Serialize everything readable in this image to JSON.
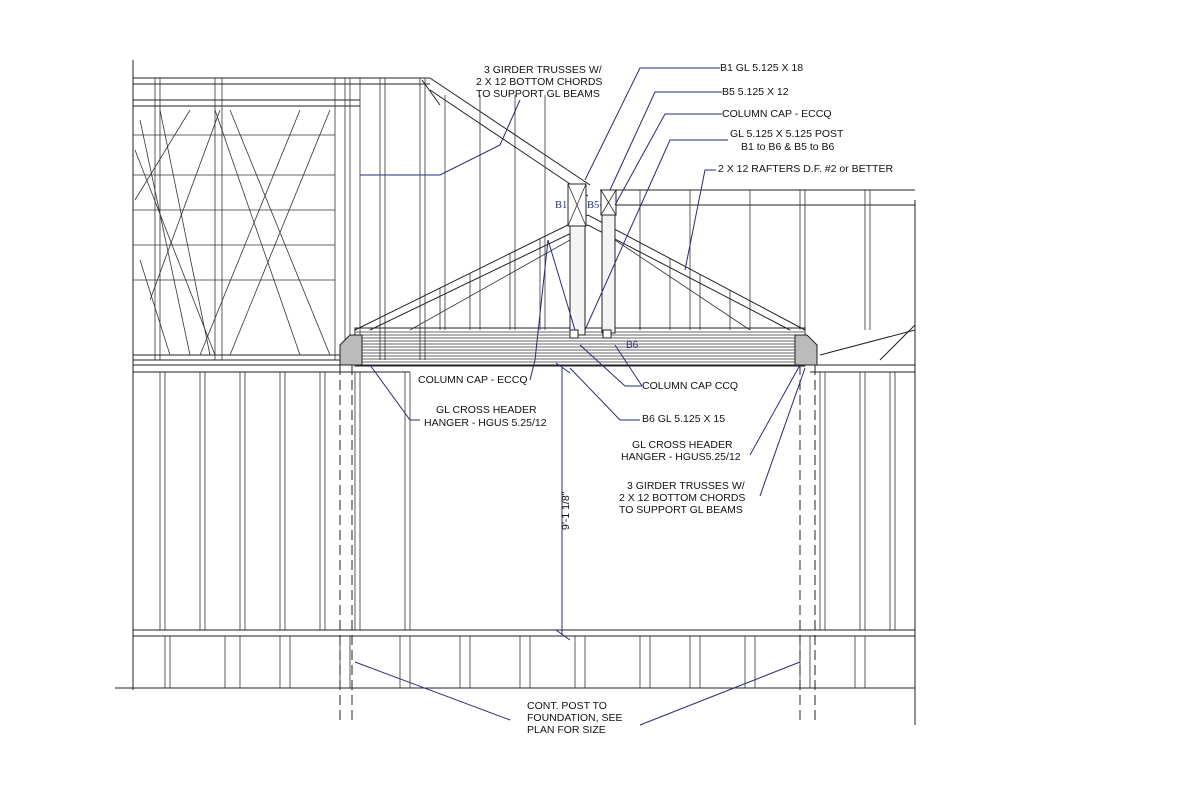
{
  "labels": {
    "girder_top": [
      "3 GIRDER TRUSSES W/",
      "2 X 12 BOTTOM CHORDS",
      "TO SUPPORT  GL BEAMS"
    ],
    "b1": "B1 GL 5.125 X 18",
    "b5": "B5 5.125 X 12",
    "column_cap_top": "COLUMN CAP - ECCQ",
    "post": [
      "GL 5.125 X 5.125 POST",
      "B1 to B6 & B5 to B6"
    ],
    "rafters": "2 X 12 RAFTERS  D.F. #2  or BETTER",
    "column_cap_left": "COLUMN CAP - ECCQ",
    "column_cap_ccq": "COLUMN CAP CCQ",
    "b6": "B6 GL 5.125 X 15",
    "hanger_left": [
      "GL CROSS HEADER",
      "HANGER - HGUS 5.25/12"
    ],
    "hanger_right": [
      "GL CROSS HEADER",
      "HANGER - HGUS5.25/12"
    ],
    "girder_right": [
      "3 GIRDER TRUSSES W/",
      "2 X 12 BOTTOM CHORDS",
      "TO SUPPORT  GL BEAMS"
    ],
    "dimension": "9'-1 1/8\"",
    "cont_post": [
      "CONT. POST TO",
      "FOUNDATION, SEE",
      "PLAN FOR SIZE"
    ]
  },
  "tags": {
    "B1": "B1",
    "B5": "B5",
    "B6": "B6"
  },
  "colors": {
    "leader": "#2a2a80",
    "line": "#222222"
  }
}
